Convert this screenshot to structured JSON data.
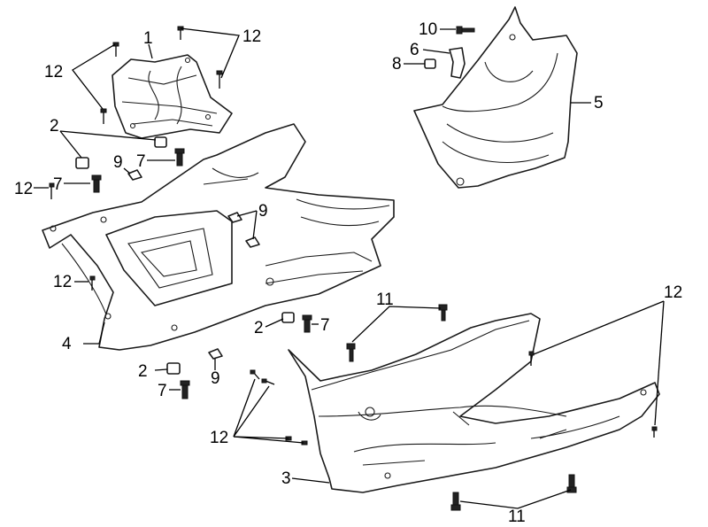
{
  "callouts": {
    "n1": "1",
    "n2a": "2",
    "n2b": "2",
    "n2c": "2",
    "n3": "3",
    "n4": "4",
    "n5": "5",
    "n6": "6",
    "n7a": "7",
    "n7b": "7",
    "n7c": "7",
    "n7d": "7",
    "n8": "8",
    "n9a": "9",
    "n9b": "9",
    "n9c": "9",
    "n10": "10",
    "n11a": "11",
    "n11b": "11",
    "n12a": "12",
    "n12b": "12",
    "n12c": "12",
    "n12d": "12",
    "n12e": "12",
    "n12f": "12"
  }
}
